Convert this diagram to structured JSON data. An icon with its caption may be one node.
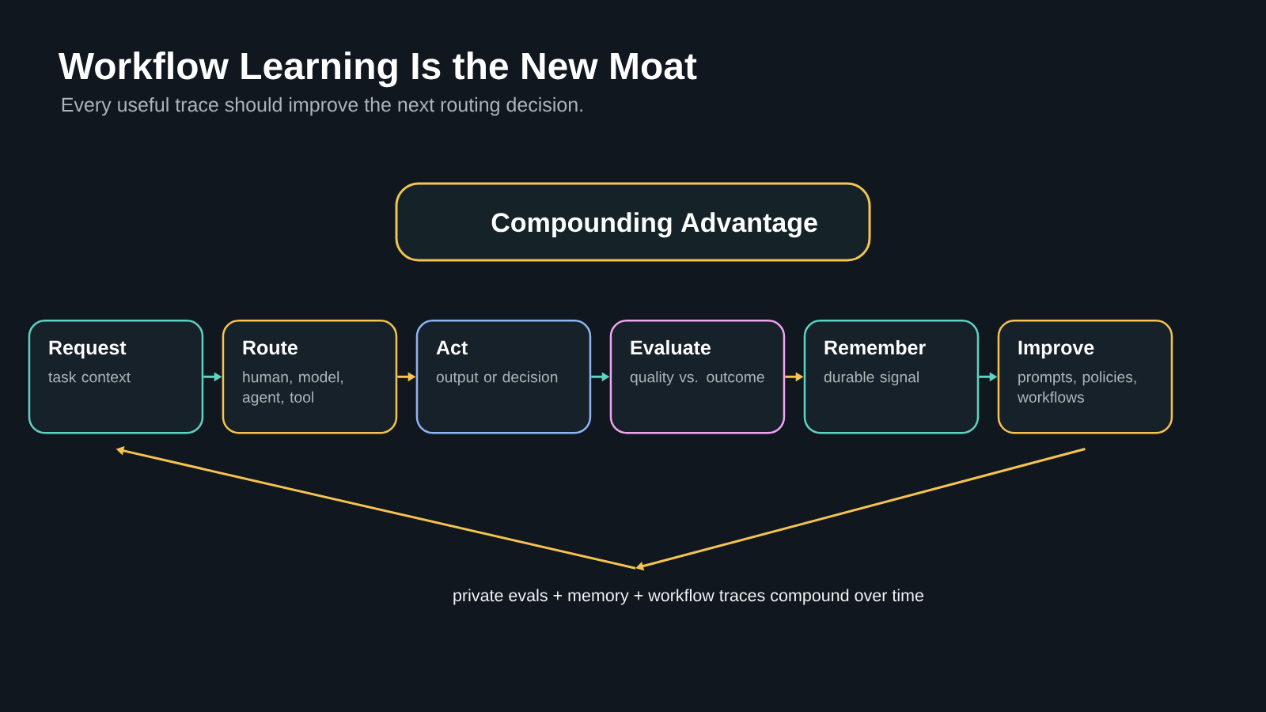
{
  "diagram": {
    "title": "Workflow Learning Is the New Moat",
    "nodes": [
      {
        "text": [
          "Compounding Advantage"
        ]
      },
      {
        "text": [
          "Request",
          "task context"
        ]
      },
      {
        "text": [
          "Route",
          "human, model, agent, tool"
        ]
      },
      {
        "text": [
          "Act",
          "output or decision"
        ]
      },
      {
        "text": [
          "Evaluate",
          "quality vs. outcome"
        ]
      },
      {
        "text": [
          "Remember",
          "durable signal"
        ]
      },
      {
        "text": [
          "Improve",
          "prompts, policies, workflows"
        ]
      },
      {
        "text": [
          "private evals + memory + workflow traces compound over time"
        ]
      }
    ],
    "edges": [
      {
        "from": 1,
        "to": 2,
        "arrow": "to",
        "color": "#5fd3c3"
      },
      {
        "from": 2,
        "to": 3,
        "arrow": "to"
      },
      {
        "from": 3,
        "to": 4,
        "arrow": "to",
        "color": "#5fd3c3"
      },
      {
        "from": 4,
        "to": 5,
        "arrow": "to"
      },
      {
        "from": 5,
        "to": 6,
        "arrow": "to",
        "color": "#5fd3c3"
      },
      {
        "from": 6,
        "to": 7,
        "arrow": "to"
      },
      {
        "from": 7,
        "to": 1,
        "arrow": "to"
      }
    ],
    "labels": [
      "Every useful trace should improve the next routing decision."
    ]
  }
}
